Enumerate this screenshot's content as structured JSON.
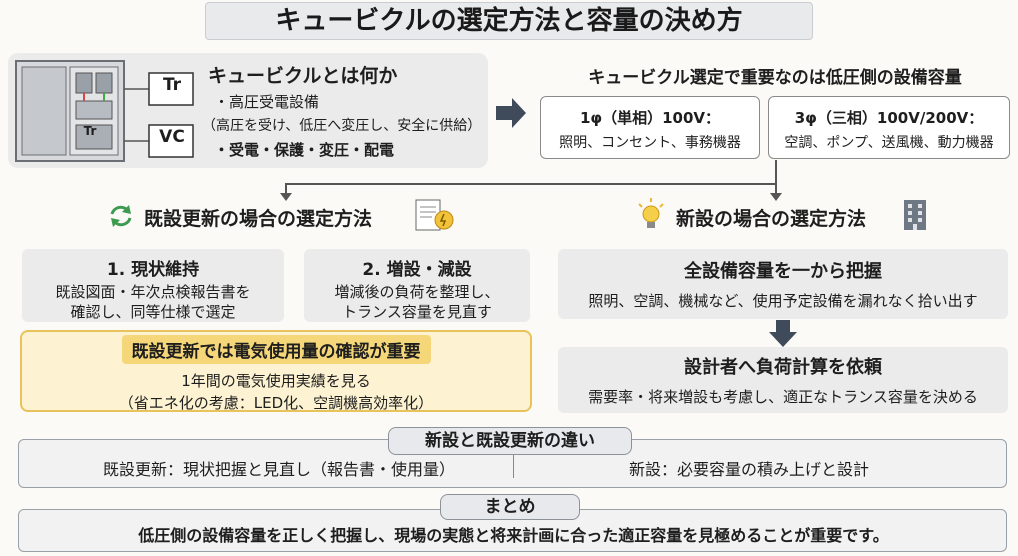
{
  "title": "キュービクルの選定方法と容量の決め方",
  "intro": {
    "illustration_labels": {
      "tr_top": "Tr",
      "tr_inner": "Tr",
      "vc": "VC"
    },
    "heading": "キュービクルとは何か",
    "line1": "・高圧受電設備",
    "line2": "（高圧を受け、低圧へ変圧し、安全に供給）",
    "line3": "・受電・保護・変圧・配電"
  },
  "capacity": {
    "heading": "キュービクル選定で重要なのは低圧側の設備容量",
    "single": {
      "title": "1φ（単相）100V：",
      "text": "照明、コンセント、事務機器"
    },
    "three": {
      "title": "3φ（三相）100V/200V：",
      "text": "空調、ポンプ、送風機、動力機器"
    }
  },
  "existing": {
    "heading": "既設更新の場合の選定方法",
    "icon": "refresh-icon",
    "doc_icon": "document-icon",
    "item1": {
      "title": "1. 現状維持",
      "line1": "既設図面・年次点検報告書を",
      "line2": "確認し、同等仕様で選定"
    },
    "item2": {
      "title": "2. 増設・減設",
      "line1": "増減後の負荷を整理し、",
      "line2": "トランス容量を見直す"
    },
    "important": {
      "heading": "既設更新では電気使用量の確認が重要",
      "line1": "1年間の電気使用実績を見る",
      "line2": "（省エネ化の考慮：LED化、空調機高効率化）"
    }
  },
  "new": {
    "heading": "新設の場合の選定方法",
    "icon": "lightbulb-icon",
    "building_icon": "building-icon",
    "step1": {
      "title": "全設備容量を一から把握",
      "text": "照明、空調、機械など、使用予定設備を漏れなく拾い出す"
    },
    "step2": {
      "title": "設計者へ負荷計算を依頼",
      "text": "需要率・将来増設も考慮し、適正なトランス容量を決める"
    }
  },
  "difference": {
    "label": "新設と既設更新の違い",
    "left": "既設更新：現状把握と見直し（報告書・使用量）",
    "right": "新設：必要容量の積み上げと設計"
  },
  "summary": {
    "label": "まとめ",
    "text": "低圧側の設備容量を正しく把握し、現場の実態と将来計画に合った適正容量を見極めることが重要です。"
  },
  "colors": {
    "arrow": "#3f4a5a",
    "highlight": "#f8e3a0",
    "highlight_bg": "#fdf3d2",
    "accent_green": "#3e9a4f",
    "bulb": "#e9b93a"
  }
}
